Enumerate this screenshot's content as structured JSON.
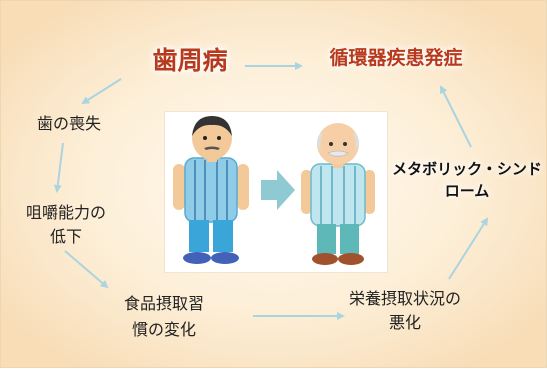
{
  "diagram": {
    "nodes": {
      "periodontal_disease": "歯周病",
      "cardiovascular_disease": "循環器疾患発症",
      "tooth_loss": "歯の喪失",
      "chewing_decline": [
        "咀嚼能力の",
        "低下"
      ],
      "eating_habits_change": [
        "食品摂取習",
        "慣の変化"
      ],
      "nutrition_worsening": [
        "栄養摂取状況の",
        "悪化"
      ],
      "metabolic_syndrome": [
        "メタボリック・シンド",
        "ローム"
      ]
    },
    "edges": [
      [
        "periodontal_disease",
        "cardiovascular_disease"
      ],
      [
        "periodontal_disease",
        "tooth_loss"
      ],
      [
        "tooth_loss",
        "chewing_decline"
      ],
      [
        "chewing_decline",
        "eating_habits_change"
      ],
      [
        "eating_habits_change",
        "nutrition_worsening"
      ],
      [
        "nutrition_worsening",
        "metabolic_syndrome"
      ],
      [
        "metabolic_syndrome",
        "cardiovascular_disease"
      ]
    ]
  },
  "colors": {
    "emphasis_text": "#b83a1e",
    "arrow": "#a9d4e0",
    "background": "#fdefd8"
  }
}
